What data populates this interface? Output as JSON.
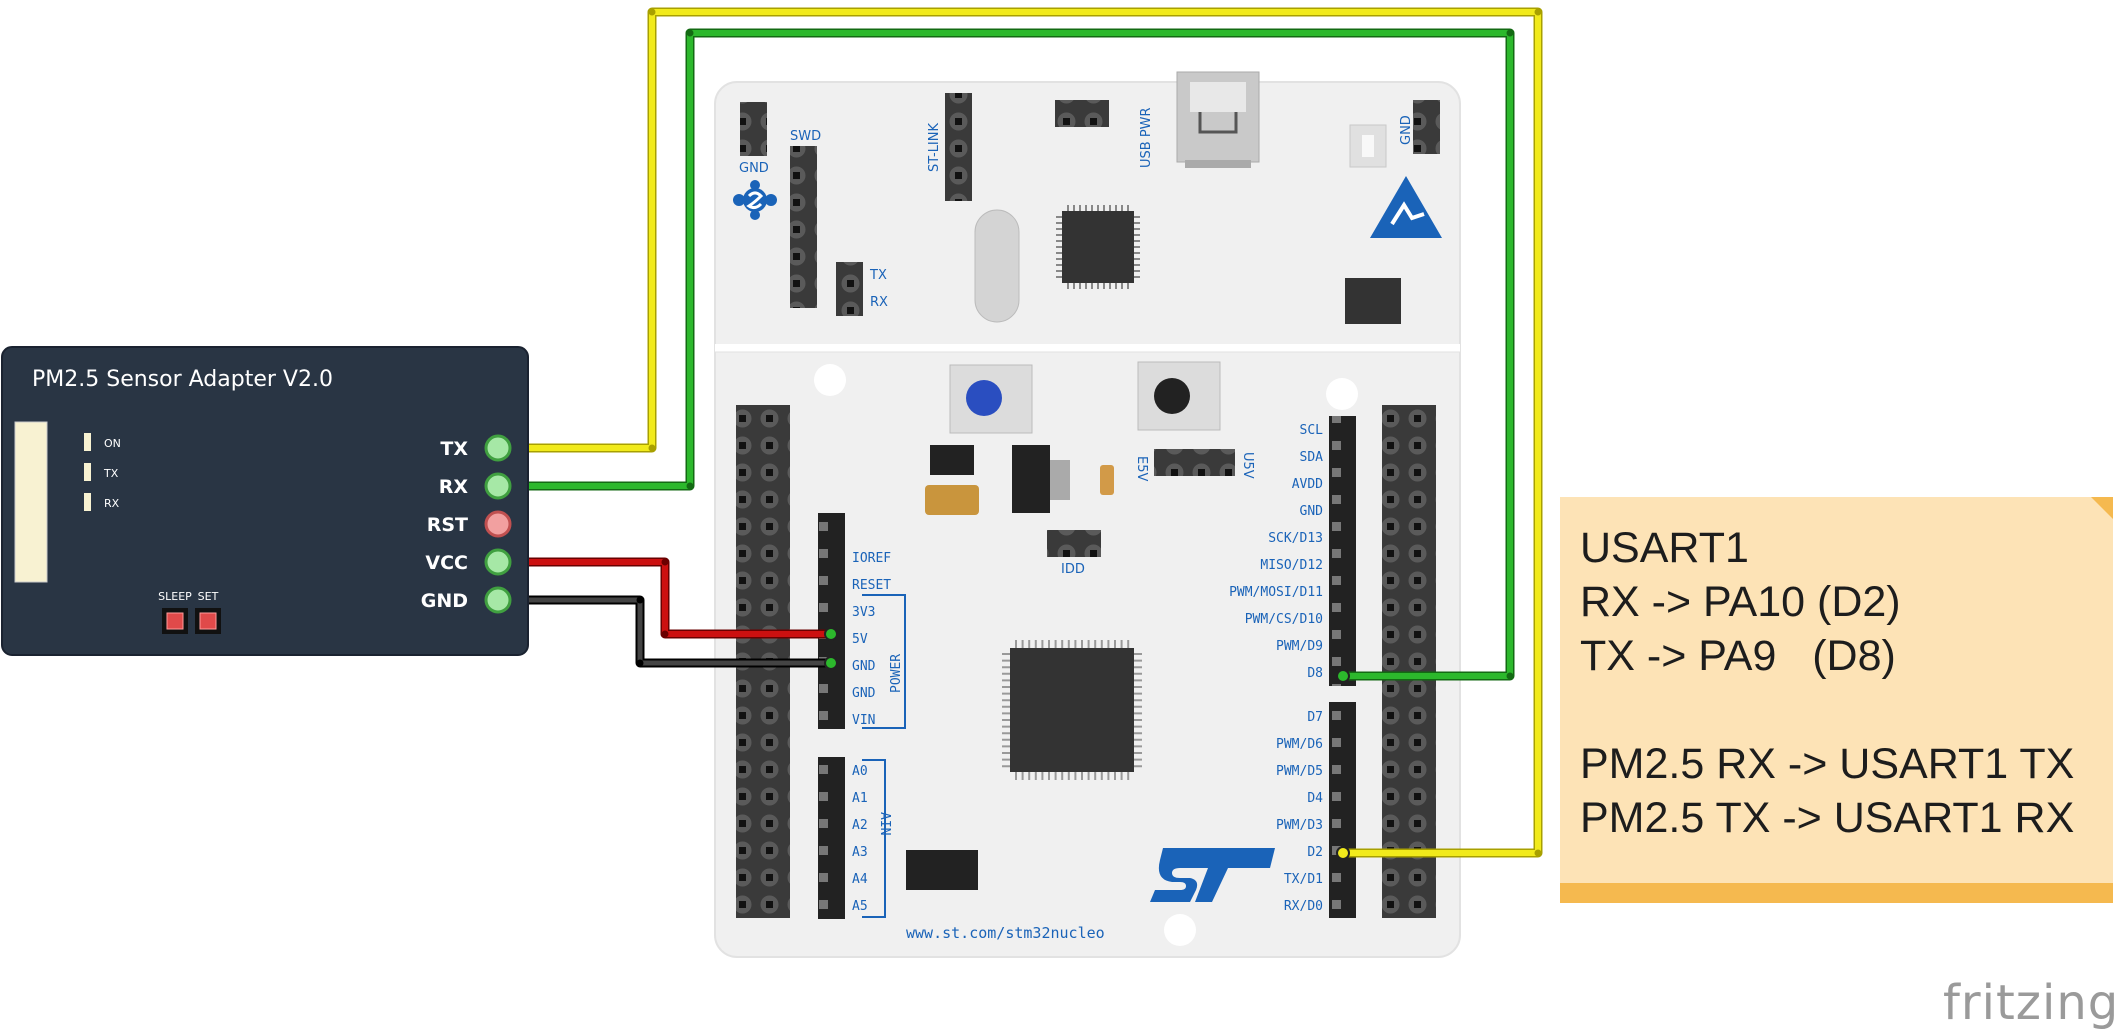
{
  "adapter": {
    "title": "PM2.5 Sensor Adapter V2.0",
    "leds": [
      "ON",
      "TX",
      "RX"
    ],
    "buttons": [
      "SLEEP",
      "SET"
    ],
    "pins": [
      "TX",
      "RX",
      "RST",
      "VCC",
      "GND"
    ]
  },
  "board": {
    "url": "www.st.com/stm32nucleo",
    "headers": {
      "swd_gnd": "GND",
      "swd": "SWD",
      "stlink": "ST-LINK",
      "usb_pwr": "USB PWR",
      "gnd_top": "GND",
      "tx": "TX",
      "rx": "RX",
      "e5v": "E5V",
      "u5v": "U5V",
      "idd": "IDD"
    },
    "power_pins": [
      "IOREF",
      "RESET",
      "3V3",
      "5V",
      "GND",
      "GND",
      "VIN"
    ],
    "power_label": "POWER",
    "ain_pins": [
      "A0",
      "A1",
      "A2",
      "A3",
      "A4",
      "A5"
    ],
    "ain_label": "AIN",
    "right_pins_top": [
      "SCL",
      "SDA",
      "AVDD",
      "GND",
      "SCK/D13",
      "MISO/D12",
      "PWM/MOSI/D11",
      "PWM/CS/D10",
      "PWM/D9",
      "D8"
    ],
    "right_pins_bottom": [
      "D7",
      "PWM/D6",
      "PWM/D5",
      "D4",
      "PWM/D3",
      "D2",
      "TX/D1",
      "RX/D0"
    ]
  },
  "note": {
    "lines": [
      "USART1",
      "RX -> PA10 (D2)",
      "TX -> PA9   (D8)",
      "",
      "PM2.5 RX -> USART1 TX",
      "PM2.5 TX -> USART1 RX"
    ]
  },
  "colors": {
    "yellow_wire": "#f1ea1b",
    "green_wire": "#2cb82c",
    "red_wire": "#cc1010",
    "black_wire": "#222222",
    "st_blue": "#1a63b8",
    "adapter_bg": "#293544",
    "note_bg": "#fde3b6"
  },
  "watermark": "fritzing"
}
